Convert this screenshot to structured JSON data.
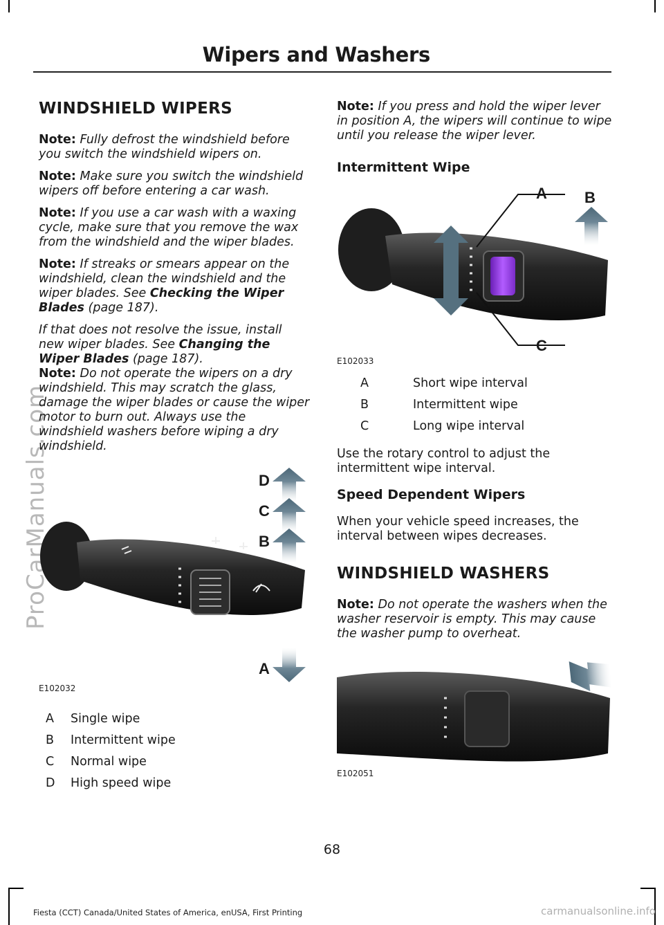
{
  "header": {
    "title": "Wipers and Washers"
  },
  "watermark": "ProCarManuals.com",
  "left": {
    "heading": "WINDSHIELD WIPERS",
    "notes": [
      {
        "label": "Note:",
        "text": " Fully defrost the windshield before you switch the windshield wipers on."
      },
      {
        "label": "Note:",
        "text": " Make sure you switch the windshield wipers off before entering a car wash."
      },
      {
        "label": "Note:",
        "text": " If you use a car wash with a waxing cycle, make sure that you remove the wax from the windshield and the wiper blades."
      }
    ],
    "streaks": {
      "label": "Note:",
      "text": " If streaks or smears appear on the windshield, clean the windshield and the wiper blades.  See ",
      "link": "Checking the Wiper Blades",
      "page": " (page 187)."
    },
    "resolve": {
      "text": "If that does not resolve the issue, install new wiper blades.  See ",
      "link": "Changing the Wiper Blades",
      "page": " (page 187)."
    },
    "dry_note": {
      "label": "Note:",
      "text": " Do not operate the wipers on a dry windshield. This may scratch the glass, damage the wiper blades or cause the wiper motor to burn out. Always use the windshield washers before wiping a dry windshield."
    },
    "figure": {
      "code": "E102032",
      "callouts": {
        "a": "A",
        "b": "B",
        "c": "C",
        "d": "D"
      }
    },
    "legend": [
      {
        "key": "A",
        "label": "Single wipe"
      },
      {
        "key": "B",
        "label": "Intermittent wipe"
      },
      {
        "key": "C",
        "label": "Normal wipe"
      },
      {
        "key": "D",
        "label": "High speed wipe"
      }
    ]
  },
  "right": {
    "hold_note": {
      "label": "Note:",
      "text": " If you press and hold the wiper lever in position A, the wipers will continue to wipe until you release the wiper lever."
    },
    "intermittent_heading": "Intermittent Wipe",
    "figure1": {
      "code": "E102033",
      "callouts": {
        "a": "A",
        "b": "B",
        "c": "C"
      }
    },
    "legend": [
      {
        "key": "A",
        "label": "Short wipe interval"
      },
      {
        "key": "B",
        "label": "Intermittent wipe"
      },
      {
        "key": "C",
        "label": "Long wipe interval"
      }
    ],
    "rotary_text": "Use the rotary control to adjust the intermittent wipe interval.",
    "speed_heading": "Speed Dependent Wipers",
    "speed_text": "When your vehicle speed increases, the interval between wipes decreases.",
    "washers_heading": "WINDSHIELD WASHERS",
    "washer_note": {
      "label": "Note:",
      "text": " Do not operate the washers when the washer reservoir is empty. This may cause the washer pump to overheat."
    },
    "figure2": {
      "code": "E102051"
    }
  },
  "footer": {
    "page_number": "68",
    "text": "Fiesta (CCT) Canada/United States of America, enUSA, First Printing",
    "site": "carmanualsonline.info"
  }
}
